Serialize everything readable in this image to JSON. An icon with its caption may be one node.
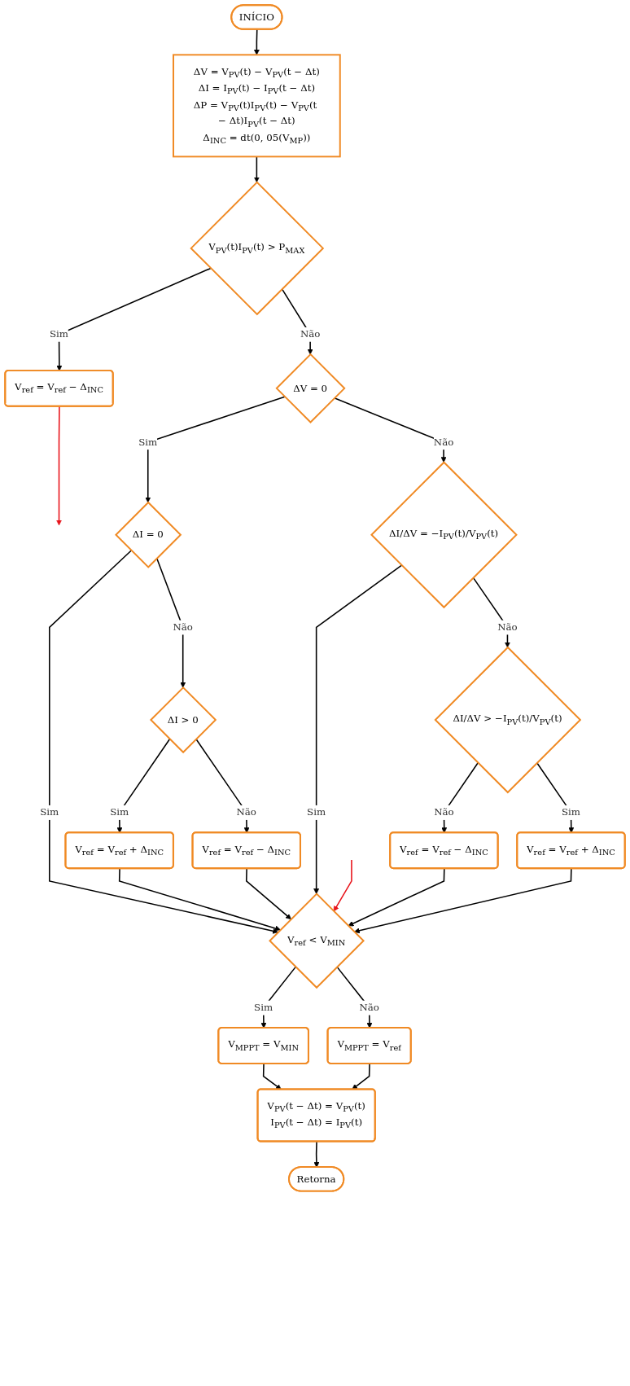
{
  "diagram": {
    "nodes": [
      {
        "text": [
          "INÍCIO"
        ]
      },
      {
        "text": [
          "ΔV = V$_{PV}$(t) − V$_{PV}$(t − Δt)",
          "ΔI = I$_{PV}$(t) − I$_{PV}$(t − Δt)",
          "ΔP = V$_{PV}$(t)I$_{PV}$(t) − V$_{PV}$(t − Δt)I$_{PV}$(t − Δt)",
          "Δ$_{INC}$ = dt(0, 05(V$_{MP}$))"
        ]
      },
      {
        "text": [
          "V$_{PV}$(t)I$_{PV}$(t) > P$_{MAX}$"
        ]
      },
      {
        "text": [
          "V$_{ref}$ = V$_{ref}$ − Δ$_{INC}$"
        ]
      },
      {
        "text": [
          "ΔV = 0"
        ]
      },
      {
        "text": [
          "ΔI = 0"
        ]
      },
      {
        "text": [
          "ΔI/ΔV = −I$_{PV}$(t)/V$_{PV}$(t)"
        ]
      },
      {
        "text": [
          "ΔI > 0"
        ]
      },
      {
        "text": [
          "ΔI/ΔV > −I$_{PV}$(t)/V$_{PV}$(t)"
        ]
      },
      {
        "text": [
          "V$_{ref}$ = V$_{ref}$ + Δ$_{INC}$"
        ]
      },
      {
        "text": [
          "V$_{ref}$ = V$_{ref}$ − Δ$_{INC}$"
        ]
      },
      {
        "text": [
          "V$_{ref}$ = V$_{ref}$ − Δ$_{INC}$"
        ]
      },
      {
        "text": [
          "V$_{ref}$ = V$_{ref}$ + Δ$_{INC}$"
        ]
      },
      {
        "text": [
          "V$_{ref}$ < V$_{MIN}$"
        ]
      },
      {
        "text": [
          "V$_{MPPT}$ = V$_{MIN}$"
        ]
      },
      {
        "text": [
          "V$_{MPPT}$ = V$_{ref}$"
        ]
      },
      {
        "text": [
          "V$_{PV}$(t − Δt) = V$_{PV}$(t)",
          "I$_{PV}$(t − Δt) = I$_{PV}$(t)"
        ]
      },
      {
        "text": [
          "Retorna"
        ]
      }
    ],
    "edges": [
      {
        "from": 0,
        "to": 1,
        "arrow": "to"
      },
      {
        "from": 1,
        "to": 2,
        "arrow": "to"
      },
      {
        "from": 2,
        "to": 3,
        "arrow": "to",
        "label": "Sim"
      },
      {
        "from": 2,
        "to": 4,
        "arrow": "to",
        "label": "Não"
      },
      {
        "from": 3,
        "to": null,
        "arrow": "to",
        "color": "#e8141b"
      },
      {
        "from": 4,
        "to": 5,
        "arrow": "to",
        "label": "Sim"
      },
      {
        "from": 4,
        "to": 6,
        "arrow": "to",
        "label": "Não"
      },
      {
        "from": 5,
        "to": 13,
        "arrow": "to",
        "label": "Sim"
      },
      {
        "from": 5,
        "to": 7,
        "arrow": "to",
        "label": "Não"
      },
      {
        "from": 6,
        "to": 13,
        "arrow": "to",
        "label": "Sim"
      },
      {
        "from": 6,
        "to": 8,
        "arrow": "to",
        "label": "Não"
      },
      {
        "from": 7,
        "to": 9,
        "arrow": "to",
        "label": "Sim"
      },
      {
        "from": 7,
        "to": 10,
        "arrow": "to",
        "label": "Não"
      },
      {
        "from": 8,
        "to": 11,
        "arrow": "to",
        "label": "Não"
      },
      {
        "from": 8,
        "to": 12,
        "arrow": "to",
        "label": "Sim"
      },
      {
        "from": 9,
        "to": 13,
        "arrow": "to"
      },
      {
        "from": 10,
        "to": 13,
        "arrow": "to"
      },
      {
        "from": 11,
        "to": 13,
        "arrow": "to"
      },
      {
        "from": 12,
        "to": 13,
        "arrow": "to"
      },
      {
        "from": null,
        "to": 13,
        "arrow": "to",
        "color": "#e8141b"
      },
      {
        "from": 13,
        "to": 14,
        "arrow": "to",
        "label": "Sim"
      },
      {
        "from": 13,
        "to": 15,
        "arrow": "to",
        "label": "Não"
      },
      {
        "from": 14,
        "to": 16,
        "arrow": "to"
      },
      {
        "from": 15,
        "to": 16,
        "arrow": "to"
      },
      {
        "from": 16,
        "to": 17,
        "arrow": "to"
      }
    ]
  }
}
